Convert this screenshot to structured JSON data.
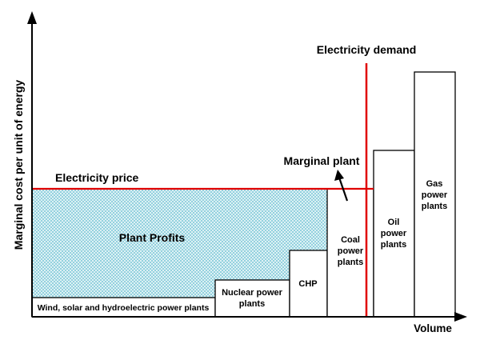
{
  "axes": {
    "y_label": "Marginal cost per unit of energy",
    "x_label": "Volume"
  },
  "colors": {
    "line": "#e00000",
    "axis": "#000000",
    "profit_fill": "#8ecfdd"
  },
  "price_line": {
    "label": "Electricity price"
  },
  "demand_line": {
    "label": "Electricity demand"
  },
  "marginal_plant": {
    "label": "Marginal plant"
  },
  "profit_area": {
    "label": "Plant Profits"
  },
  "plants": [
    {
      "id": "renewables",
      "lines": [
        "Wind, solar and hydroelectric power plants"
      ]
    },
    {
      "id": "nuclear",
      "lines": [
        "Nuclear power",
        "plants"
      ]
    },
    {
      "id": "chp",
      "lines": [
        "CHP"
      ]
    },
    {
      "id": "coal",
      "lines": [
        "Coal",
        "power",
        "plants"
      ]
    },
    {
      "id": "oil",
      "lines": [
        "Oil",
        "power",
        "plants"
      ]
    },
    {
      "id": "gas",
      "lines": [
        "Gas",
        "power",
        "plants"
      ]
    }
  ]
}
